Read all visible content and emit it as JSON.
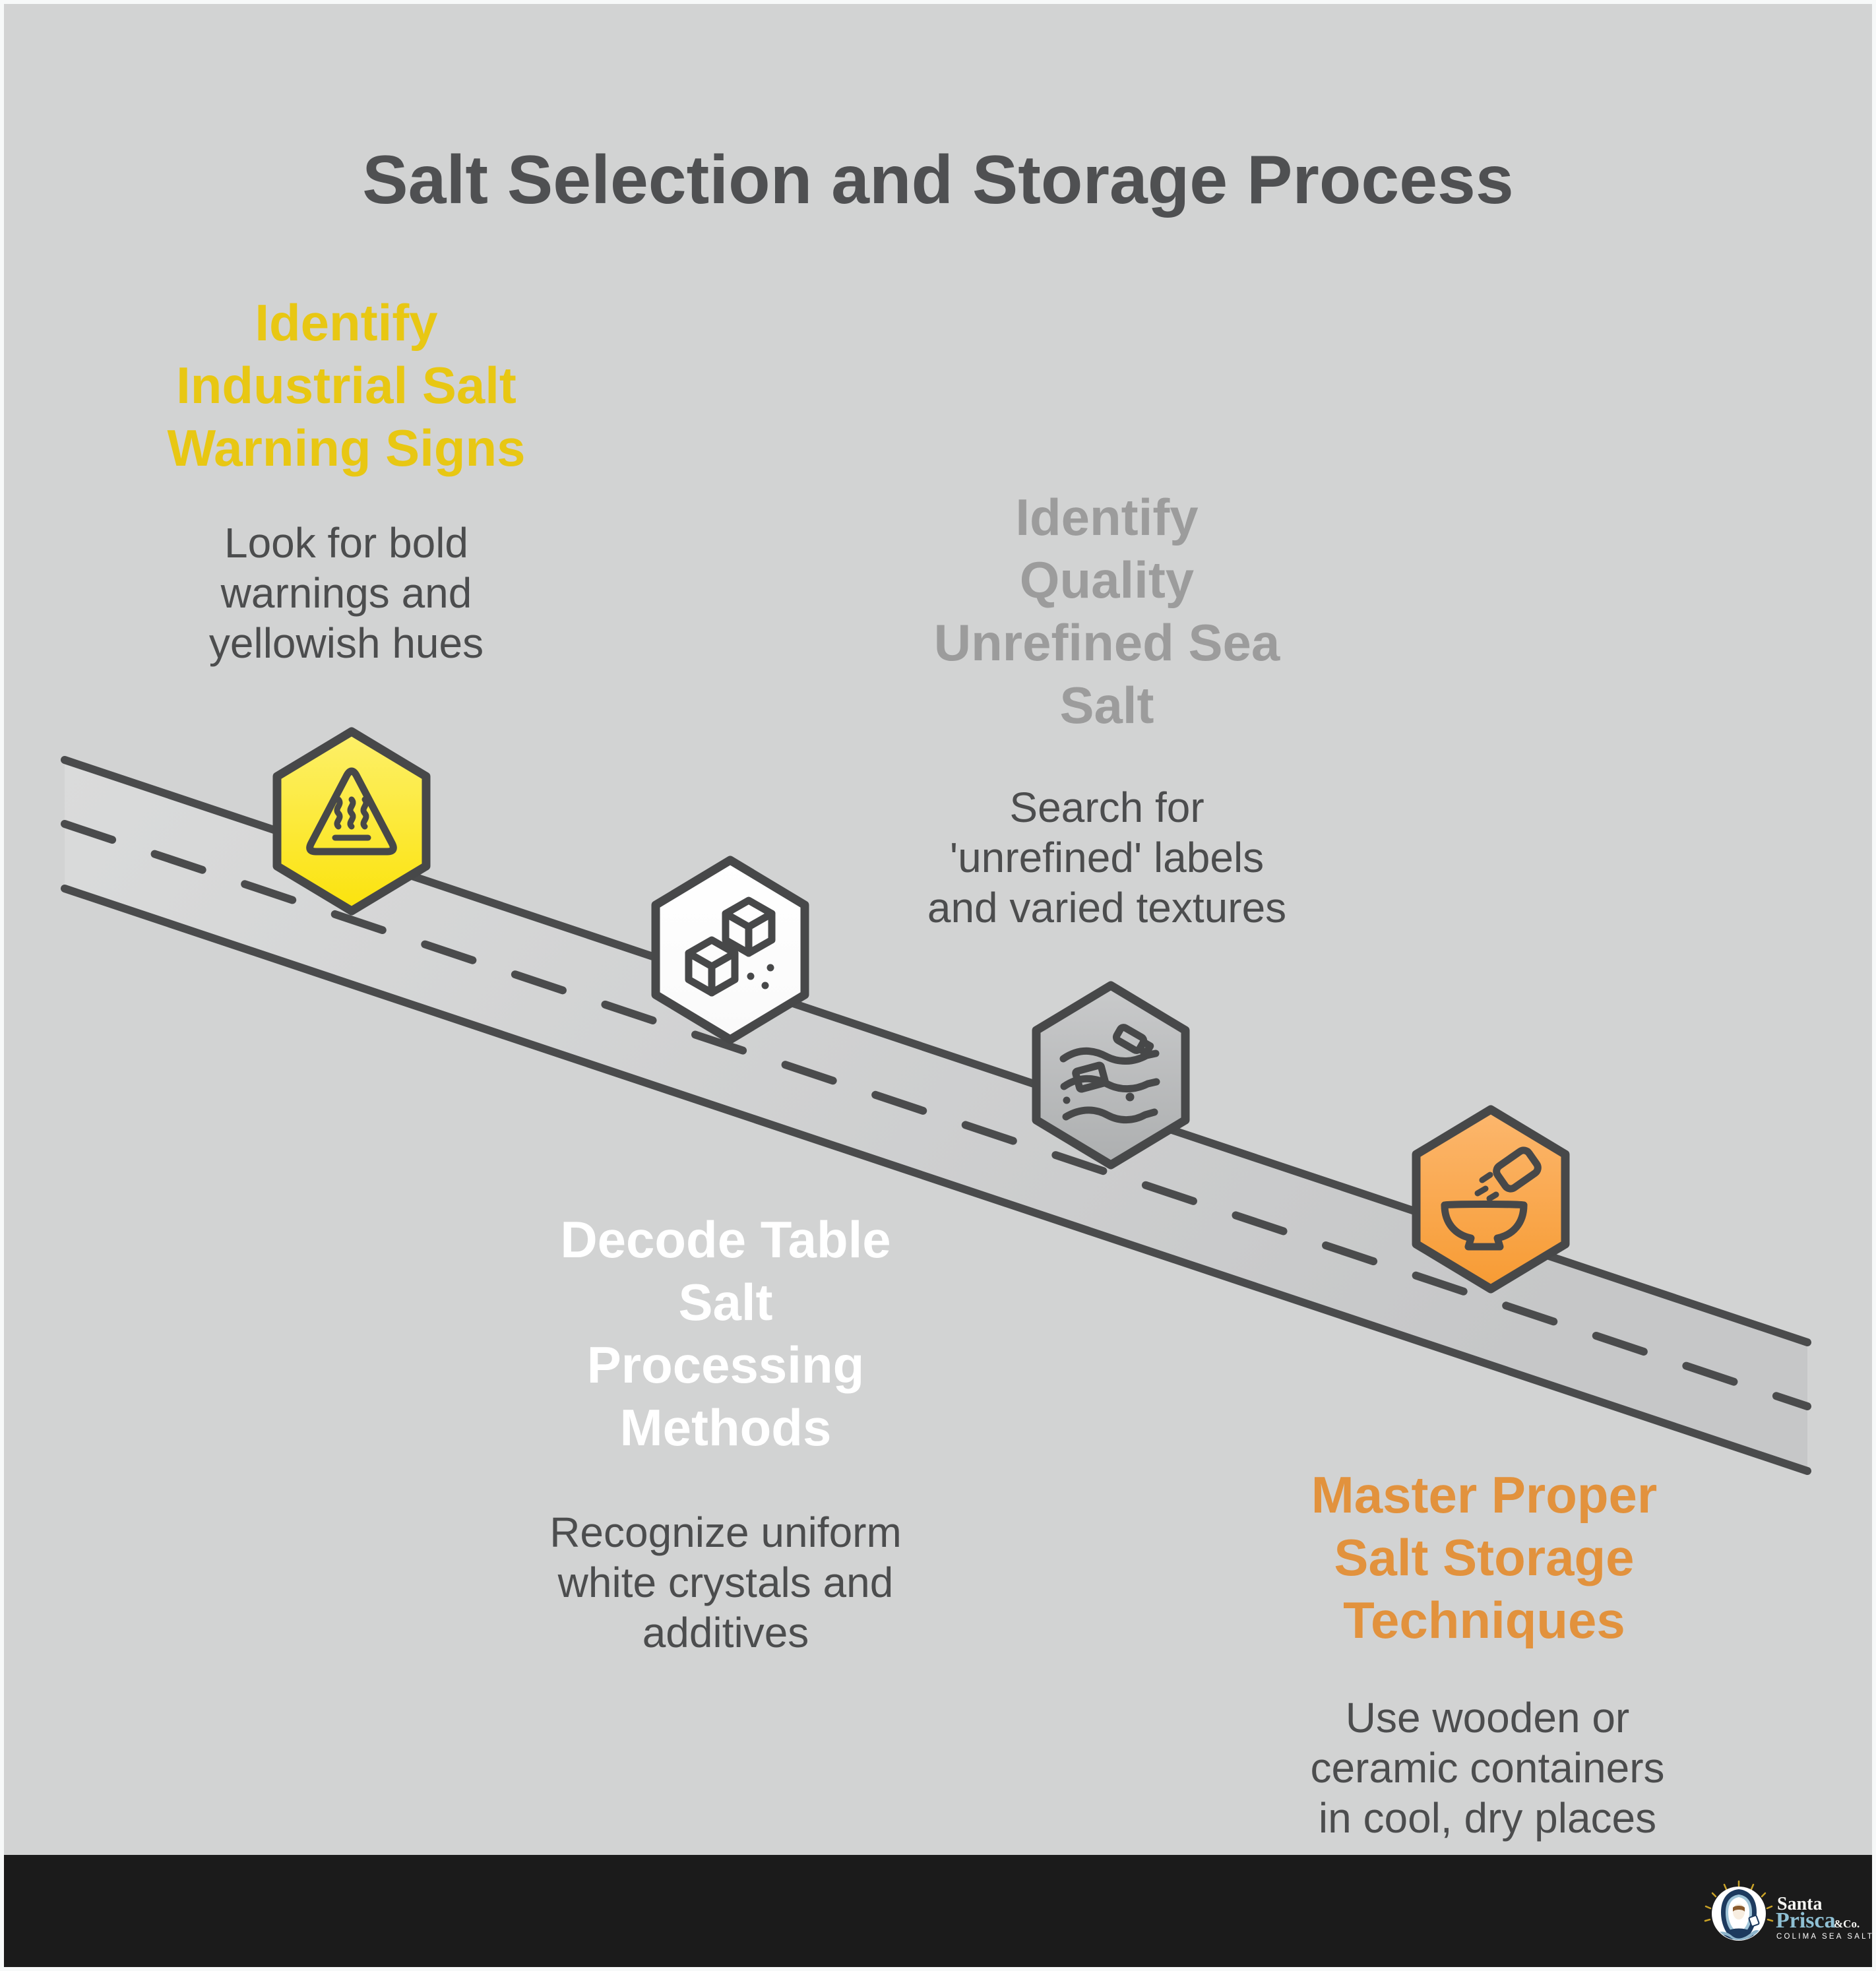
{
  "title": "Salt Selection and Storage Process",
  "steps": [
    {
      "order": 1,
      "title_lines": [
        "Identify",
        "Industrial Salt",
        "Warning Signs"
      ],
      "description_lines": [
        "Look for bold",
        "warnings and",
        "yellowish hues"
      ],
      "accent_color": "#e8c713",
      "icon": "hot-surface-warning-icon",
      "hex_fill_top": "#fdf06a",
      "hex_fill_bottom": "#fbe30c"
    },
    {
      "order": 2,
      "title_lines": [
        "Decode Table",
        "Salt",
        "Processing",
        "Methods"
      ],
      "description_lines": [
        "Recognize uniform",
        "white crystals and",
        "additives"
      ],
      "accent_color": "#ffffff",
      "icon": "salt-cubes-icon",
      "hex_fill_top": "#ffffff",
      "hex_fill_bottom": "#fafafa"
    },
    {
      "order": 3,
      "title_lines": [
        "Identify",
        "Quality",
        "Unrefined Sea",
        "Salt"
      ],
      "description_lines": [
        "Search for",
        "'unrefined' labels",
        "and varied textures"
      ],
      "accent_color": "#9c9c9c",
      "icon": "sea-salt-waves-icon",
      "hex_fill_top": "#c9cacb",
      "hex_fill_bottom": "#adafb0"
    },
    {
      "order": 4,
      "title_lines": [
        "Master Proper",
        "Salt Storage",
        "Techniques"
      ],
      "description_lines": [
        "Use wooden or",
        "ceramic containers",
        "in cool, dry places"
      ],
      "accent_color": "#e2923d",
      "icon": "salt-bowl-pour-icon",
      "hex_fill_top": "#fcb76e",
      "hex_fill_bottom": "#f79b33"
    }
  ],
  "footer": {
    "brand_line1": "Santa",
    "brand_line2": "Prisca",
    "brand_suffix": "&Co.",
    "brand_subtitle": "COLIMA SEA SALT"
  },
  "colors": {
    "canvas_background": "#d2d3d3",
    "frame_border": "#f7f9f9",
    "title_text": "#4f5052",
    "description_text": "#4c4d4e",
    "road_line": "#4a4b4c",
    "road_fill_light": "#dadbdb",
    "road_fill_dark": "#c6c7c8",
    "hex_border": "#474849",
    "footer_background": "#1b1b1b",
    "logo_gold": "#c9a227",
    "logo_navy": "#1d3a5e",
    "logo_light_blue": "#9fc4d8"
  }
}
